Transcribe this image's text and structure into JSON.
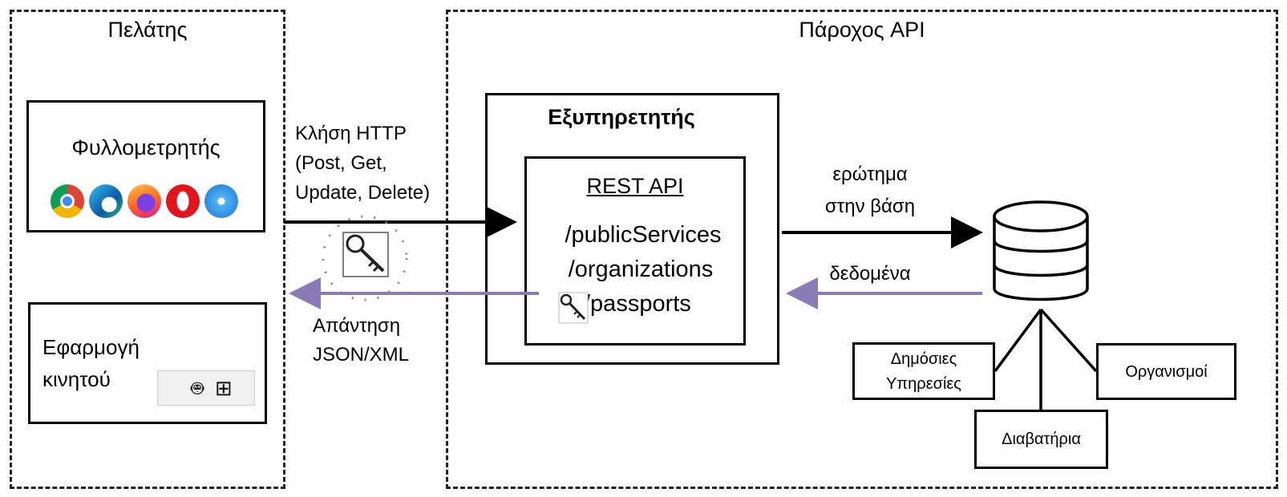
{
  "client": {
    "title": "Πελάτης",
    "browser_label": "Φυλλομετρητής",
    "browser_icons": [
      "chrome-icon",
      "edge-icon",
      "firefox-icon",
      "opera-icon",
      "safari-icon"
    ],
    "mobile_label_line1": "Εφαρμογή",
    "mobile_label_line2": "κινητού",
    "os_icons": [
      "apple-icon",
      "android-icon",
      "windows-icon"
    ]
  },
  "request": {
    "line1": "Κλήση HTTP",
    "line2": "(Post, Get,",
    "line3": "Update, Delete)"
  },
  "response": {
    "line1": "Απάντηση",
    "line2": "JSON/XML"
  },
  "provider": {
    "title": "Πάροχος API",
    "server_title": "Εξυπηρετητής",
    "rest_api_title": "REST API",
    "endpoints": [
      "/publicServices",
      "/organizations",
      "/passports"
    ]
  },
  "db_query": {
    "line1": "ερώτημα",
    "line2": "στην βάση"
  },
  "db_data": "δεδομένα",
  "tables": {
    "public_services_line1": "Δημόσιες",
    "public_services_line2": "Υπηρεσίες",
    "organizations": "Οργανισμοί",
    "passports": "Διαβατήρια"
  },
  "colors": {
    "request_arrow": "#000000",
    "response_arrow": "#8a7ab5"
  }
}
